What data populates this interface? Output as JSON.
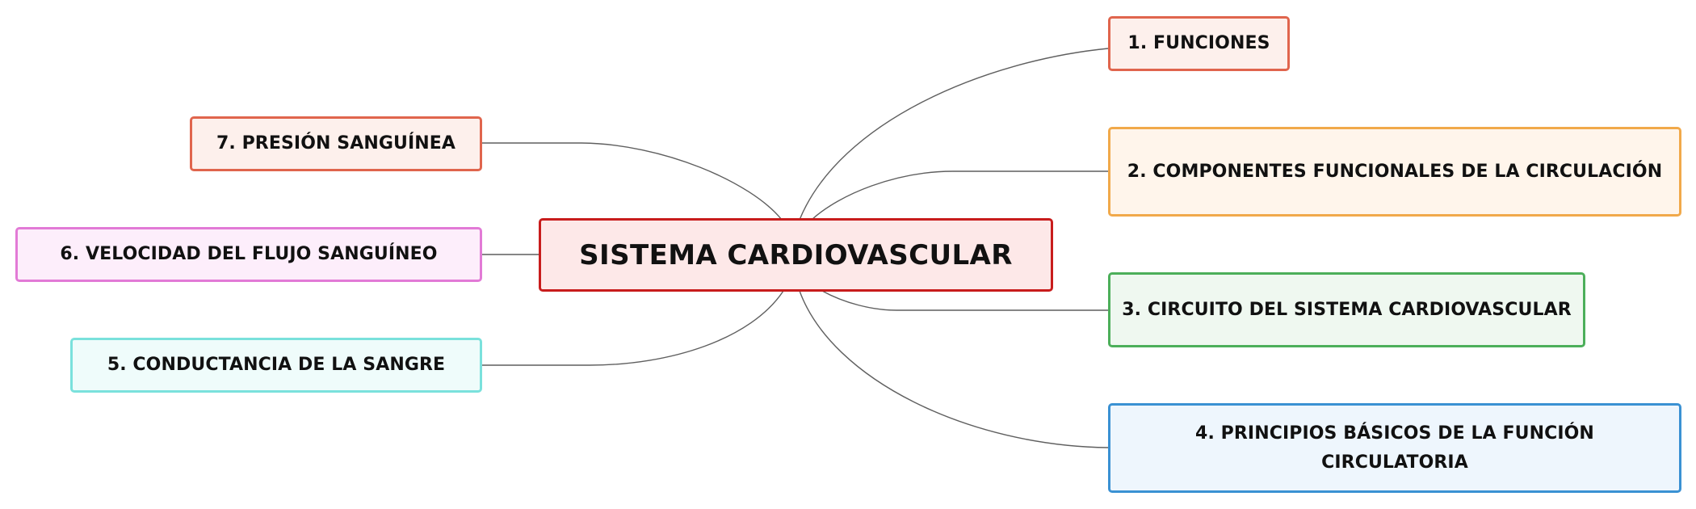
{
  "central": {
    "label": "SISTEMA CARDIOVASCULAR",
    "fill": "#fde8e8",
    "border": "#c81c1c"
  },
  "branches": [
    {
      "label": "1. FUNCIONES",
      "fill": "#fdf0ec",
      "border": "#e0654d"
    },
    {
      "label": "2. COMPONENTES FUNCIONALES DE LA CIRCULACIÓN",
      "fill": "#fff5eb",
      "border": "#f1a94a"
    },
    {
      "label": "3. CIRCUITO DEL SISTEMA CARDIOVASCULAR",
      "fill": "#eff8f0",
      "border": "#4caf5a"
    },
    {
      "label": "4. PRINCIPIOS BÁSICOS DE LA FUNCIÓN CIRCULATORIA",
      "fill": "#eef6fd",
      "border": "#3a91d3"
    },
    {
      "label": "5. CONDUCTANCIA DE LA SANGRE",
      "fill": "#effcfb",
      "border": "#7ae1dc"
    },
    {
      "label": "6. VELOCIDAD DEL FLUJO SANGUÍNEO",
      "fill": "#fdeefb",
      "border": "#e27ad6"
    },
    {
      "label": "7. PRESIÓN SANGUÍNEA",
      "fill": "#fdf0ec",
      "border": "#e0654d"
    }
  ],
  "connector_color": "#5f5f5f"
}
